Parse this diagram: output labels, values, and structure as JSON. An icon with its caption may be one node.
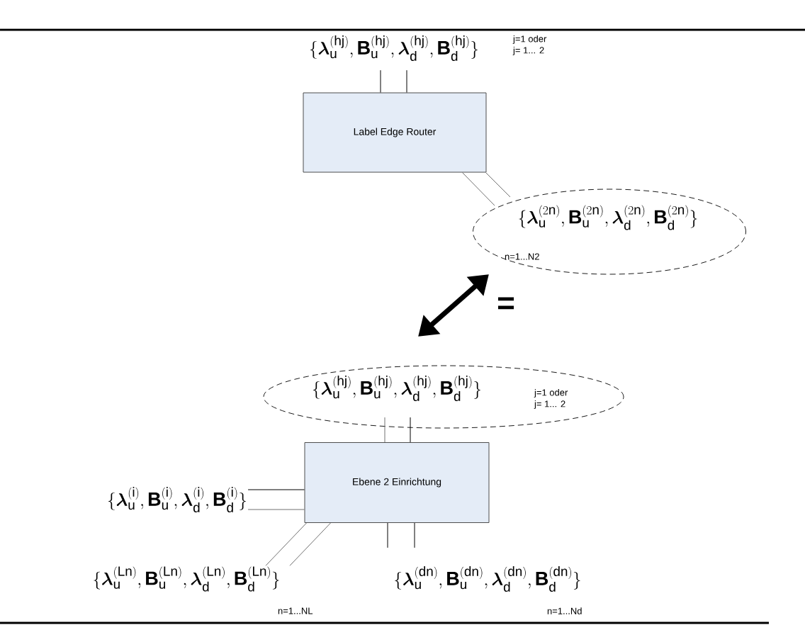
{
  "diagram": {
    "nodes": [
      {
        "text": [
          "\\{\\boldsymbol{\\lambda}_{\\mathrm{u}}^{(\\mathrm{hj})}, \\mathbf{B}_{\\mathrm{u}}^{(\\mathrm{hj})},\\boldsymbol{\\lambda}_{\\mathrm{d}}^{(\\mathrm{hj})}, \\mathbf{B}_{\\mathrm{d}}^{(\\mathrm{hj})}\\}"
        ],
        "beside": [
          "j=1 oder j= 1... 2"
        ]
      },
      {
        "text": [
          "Label Edge Router"
        ]
      },
      {
        "text": [
          "\\{\\boldsymbol{\\lambda}_{\\mathrm{u}}^{(2\\mathrm{n})}, \\mathbf{B}_{\\mathrm{u}}^{(2\\mathrm{n})},\\boldsymbol{\\lambda}_{\\mathrm{d}}^{(2\\mathrm{n})}, \\mathbf{B}_{\\mathrm{d}}^{(2\\mathrm{n})}\\}",
          "n=1...N2"
        ]
      },
      {
        "text": [
          "\\{\\boldsymbol{\\lambda}_{\\mathrm{u}}^{(\\mathrm{hj})}, \\mathbf{B}_{\\mathrm{u}}^{(\\mathrm{hj})},\\boldsymbol{\\lambda}_{\\mathrm{d}}^{(\\mathrm{hj})}, \\mathbf{B}_{\\mathrm{d}}^{(\\mathrm{hj})}\\}",
          "j=1 oder j= 1... 2"
        ]
      },
      {
        "text": [
          "Ebene 2 Einrichtung"
        ]
      },
      {
        "text": [
          "\\{\\boldsymbol{\\lambda}_{\\mathrm{u}}^{(\\mathrm{i})}, \\mathbf{B}_{\\mathrm{u}}^{(\\mathrm{i})},\\boldsymbol{\\lambda}_{\\mathrm{d}}^{(\\mathrm{i})}, \\mathbf{B}_{\\mathrm{d}}^{(\\mathrm{i})}\\}"
        ]
      },
      {
        "text": [
          "\\{\\boldsymbol{\\lambda}_{\\mathrm{u}}^{(\\mathrm{Ln})}, \\mathbf{B}_{\\mathrm{u}}^{(\\mathrm{Ln})},\\boldsymbol{\\lambda}_{\\mathrm{d}}^{(\\mathrm{Ln})}, \\mathbf{B}_{\\mathrm{d}}^{(\\mathrm{Ln})}\\}"
        ],
        "beside": [
          "n=1...NL"
        ]
      },
      {
        "text": [
          "\\{\\boldsymbol{\\lambda}_{\\mathrm{u}}^{(\\mathrm{dn})}, \\mathbf{B}_{\\mathrm{u}}^{(\\mathrm{dn})},\\boldsymbol{\\lambda}_{\\mathrm{d}}^{(\\mathrm{dn})}, \\mathbf{B}_{\\mathrm{d}}^{(\\mathrm{dn})}\\}"
        ],
        "beside": [
          "n=1...Nd"
        ]
      }
    ],
    "edges": [
      {
        "from": 0,
        "to": 1,
        "arrow": "none"
      },
      {
        "from": 0,
        "to": 1,
        "arrow": "none"
      },
      {
        "from": 1,
        "to": 2,
        "arrow": "none",
        "color": "#707070"
      },
      {
        "from": 1,
        "to": 2,
        "arrow": "none",
        "color": "#707070"
      },
      {
        "from": 3,
        "to": 2,
        "arrow": "both",
        "style": "thick",
        "label": "="
      },
      {
        "from": 3,
        "to": 4,
        "arrow": "none",
        "color": "#707070"
      },
      {
        "from": 3,
        "to": 4,
        "arrow": "none"
      },
      {
        "from": 4,
        "to": 5,
        "arrow": "none"
      },
      {
        "from": 4,
        "to": 5,
        "arrow": "none",
        "color": "#707070"
      },
      {
        "from": 4,
        "to": 6,
        "arrow": "none",
        "color": "#707070"
      },
      {
        "from": 4,
        "to": 6,
        "arrow": "none",
        "color": "#707070"
      },
      {
        "from": 4,
        "to": 7,
        "arrow": "none"
      },
      {
        "from": 4,
        "to": 7,
        "arrow": "none"
      }
    ]
  }
}
